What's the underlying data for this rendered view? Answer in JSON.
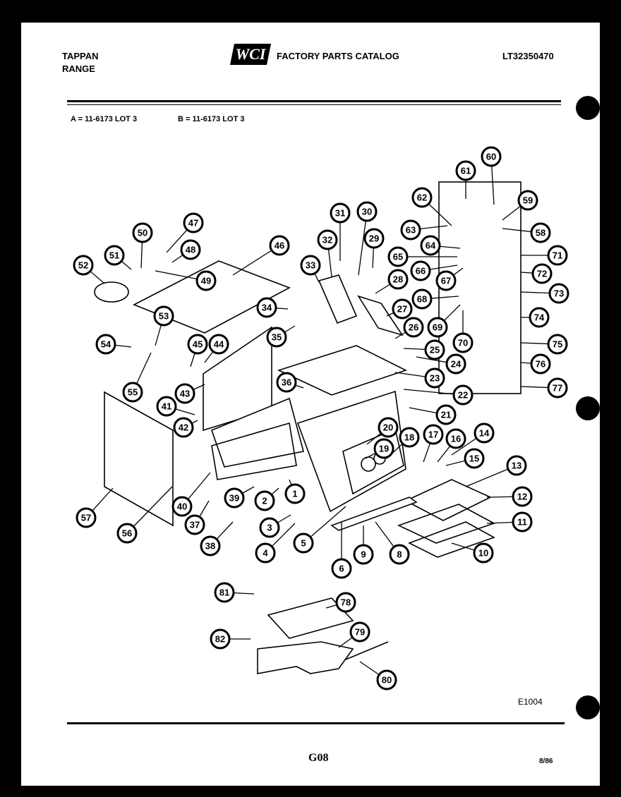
{
  "header": {
    "brand_left_line1": "TAPPAN",
    "brand_left_line2": "RANGE",
    "logo_text": "WCI",
    "catalog_title": "FACTORY PARTS CATALOG",
    "model_number": "LT32350470",
    "lot_a": "A = 11-6173 LOT 3",
    "lot_b": "B = 11-6173 LOT 3"
  },
  "diagram": {
    "drawing_code": "E1004",
    "callouts": [
      "1",
      "2",
      "3",
      "4",
      "5",
      "6",
      "8",
      "9",
      "10",
      "11",
      "12",
      "13",
      "14",
      "15",
      "16",
      "17",
      "18",
      "19",
      "20",
      "21",
      "22",
      "23",
      "24",
      "25",
      "26",
      "27",
      "28",
      "29",
      "30",
      "31",
      "32",
      "33",
      "34",
      "35",
      "36",
      "37",
      "38",
      "39",
      "40",
      "41",
      "42",
      "43",
      "44",
      "45",
      "46",
      "47",
      "48",
      "49",
      "50",
      "51",
      "52",
      "53",
      "54",
      "55",
      "56",
      "57",
      "58",
      "59",
      "60",
      "61",
      "62",
      "63",
      "64",
      "65",
      "66",
      "67",
      "68",
      "69",
      "70",
      "71",
      "72",
      "73",
      "74",
      "75",
      "76",
      "77",
      "78",
      "79",
      "80",
      "81",
      "82"
    ]
  },
  "footer": {
    "page_code": "G08",
    "date": "8/86"
  }
}
